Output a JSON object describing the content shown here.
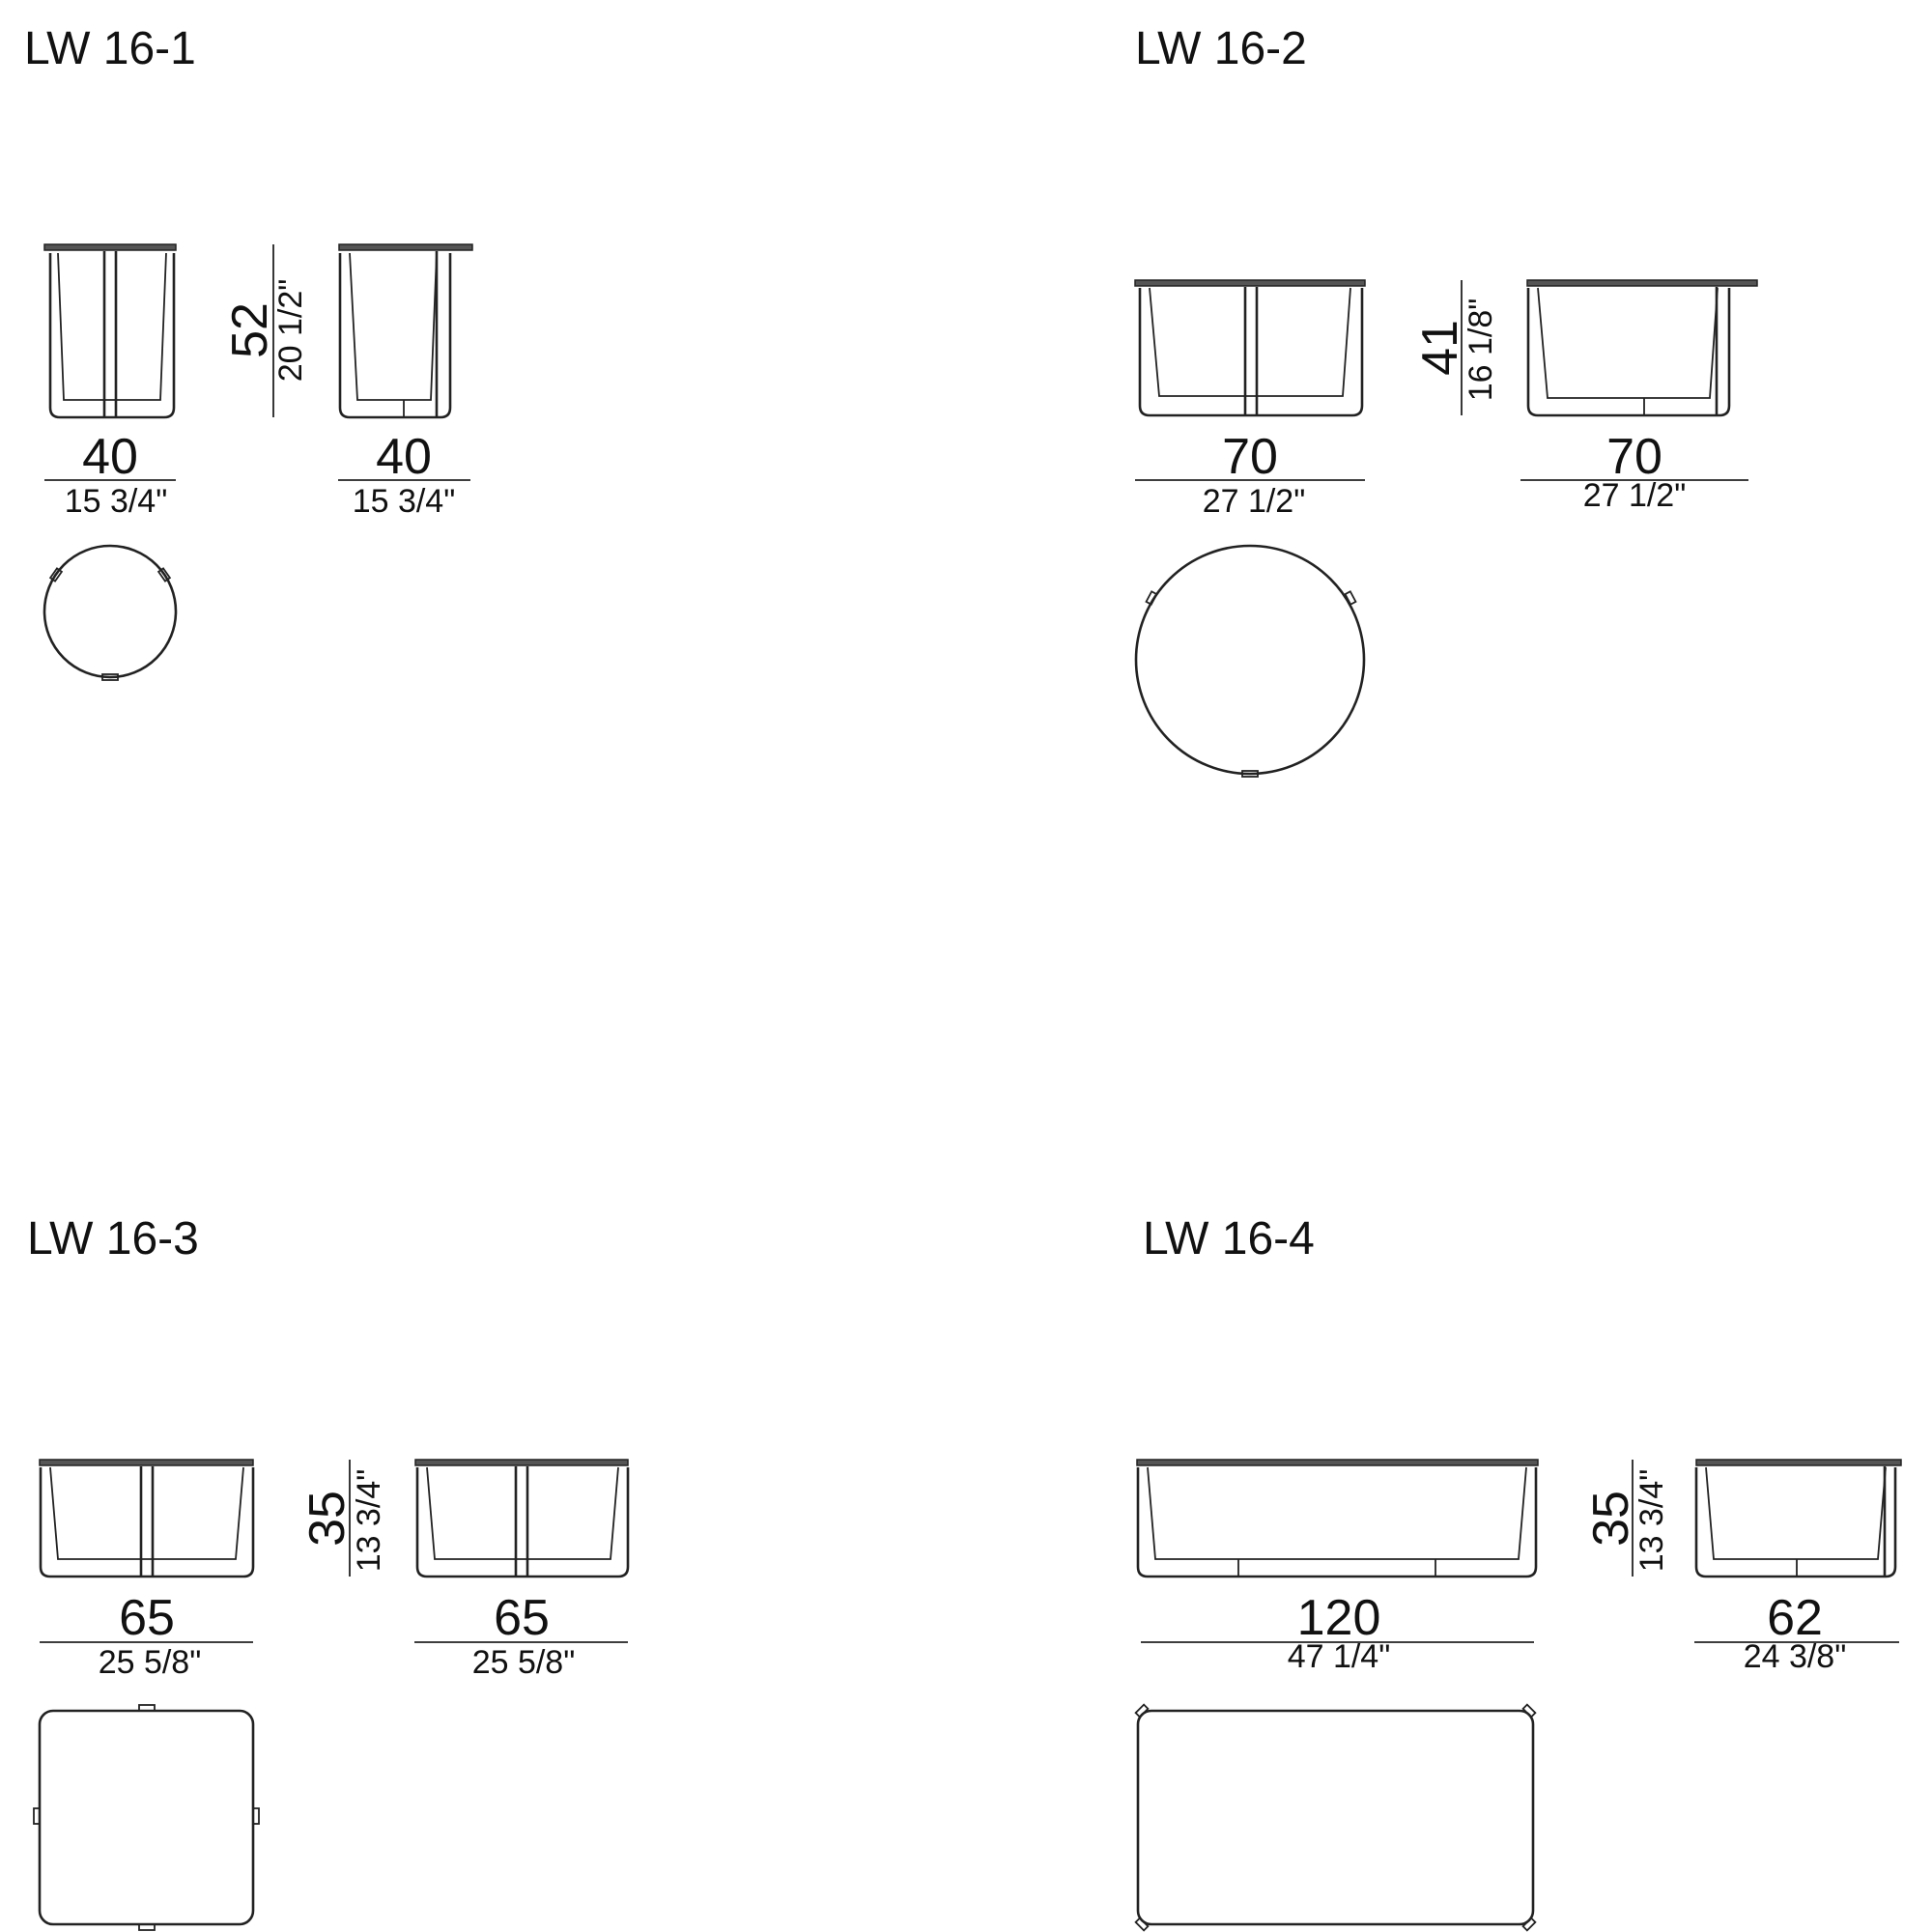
{
  "products": [
    {
      "code": "LW 16-1",
      "width_cm": "40",
      "width_in": "15 3/4\"",
      "depth_cm": "40",
      "depth_in": "15 3/4\"",
      "height_cm": "52",
      "height_in": "20 1/2\"",
      "plan_shape": "round"
    },
    {
      "code": "LW 16-2",
      "width_cm": "70",
      "width_in": "27 1/2\"",
      "depth_cm": "70",
      "depth_in": "27 1/2\"",
      "height_cm": "41",
      "height_in": "16 1/8\"",
      "plan_shape": "round"
    },
    {
      "code": "LW 16-3",
      "width_cm": "65",
      "width_in": "25 5/8\"",
      "depth_cm": "65",
      "depth_in": "25 5/8\"",
      "height_cm": "35",
      "height_in": "13 3/4\"",
      "plan_shape": "square"
    },
    {
      "code": "LW 16-4",
      "width_cm": "120",
      "width_in": "47 1/4\"",
      "depth_cm": "62",
      "depth_in": "24 3/8\"",
      "height_cm": "35",
      "height_in": "13 3/4\"",
      "plan_shape": "rectangle"
    }
  ]
}
